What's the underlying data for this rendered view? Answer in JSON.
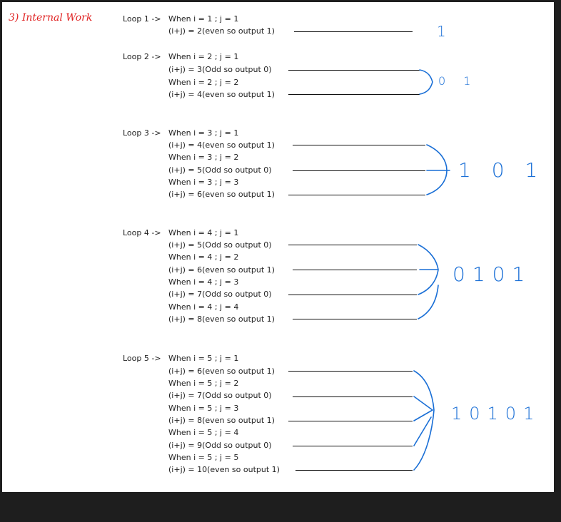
{
  "heading": "3) Internal Work",
  "loops": [
    {
      "label": "Loop 1 ->",
      "lines": [
        "When i = 1 ; j = 1",
        "(i+j) = 2(even so output 1)"
      ],
      "result": "1"
    },
    {
      "label": "Loop 2 ->",
      "lines": [
        "When i = 2 ; j = 1",
        "(i+j) = 3(Odd so output 0)",
        "When i = 2 ; j = 2",
        "(i+j) = 4(even so output 1)"
      ],
      "result": "0 1"
    },
    {
      "label": "Loop 3 ->",
      "lines": [
        "When i = 3 ; j = 1",
        "(i+j) = 4(even so output 1)",
        "When i = 3 ; j = 2",
        "(i+j) = 5(Odd so output 0)",
        "When i = 3 ; j = 3",
        "(i+j) = 6(even so output 1)"
      ],
      "result": "1 0 1"
    },
    {
      "label": "Loop 4 ->",
      "lines": [
        "When i = 4 ; j = 1",
        "(i+j) = 5(Odd so output 0)",
        "When i = 4 ; j = 2",
        "(i+j) = 6(even so output 1)",
        "When i = 4 ; j = 3",
        "(i+j) = 7(Odd so output 0)",
        "When i = 4 ; j = 4",
        "(i+j) = 8(even so output 1)"
      ],
      "result": "0101"
    },
    {
      "label": "Loop 5 ->",
      "lines": [
        "When i = 5 ; j = 1",
        "(i+j) = 6(even so output 1)",
        "When i = 5 ; j = 2",
        "(i+j) = 7(Odd so output 0)",
        "When i = 5 ; j = 3",
        "(i+j) = 8(even so output 1)",
        "When i = 5 ; j = 4",
        "(i+j) = 9(Odd so output 0)",
        "When i = 5 ; j = 5",
        "(i+j) = 10(even so output 1)"
      ],
      "result": "10101"
    }
  ],
  "colors": {
    "heading": "#e02424",
    "ink": "#222222",
    "annotation": "#1a6fd6",
    "frame": "#1e1e1e"
  }
}
